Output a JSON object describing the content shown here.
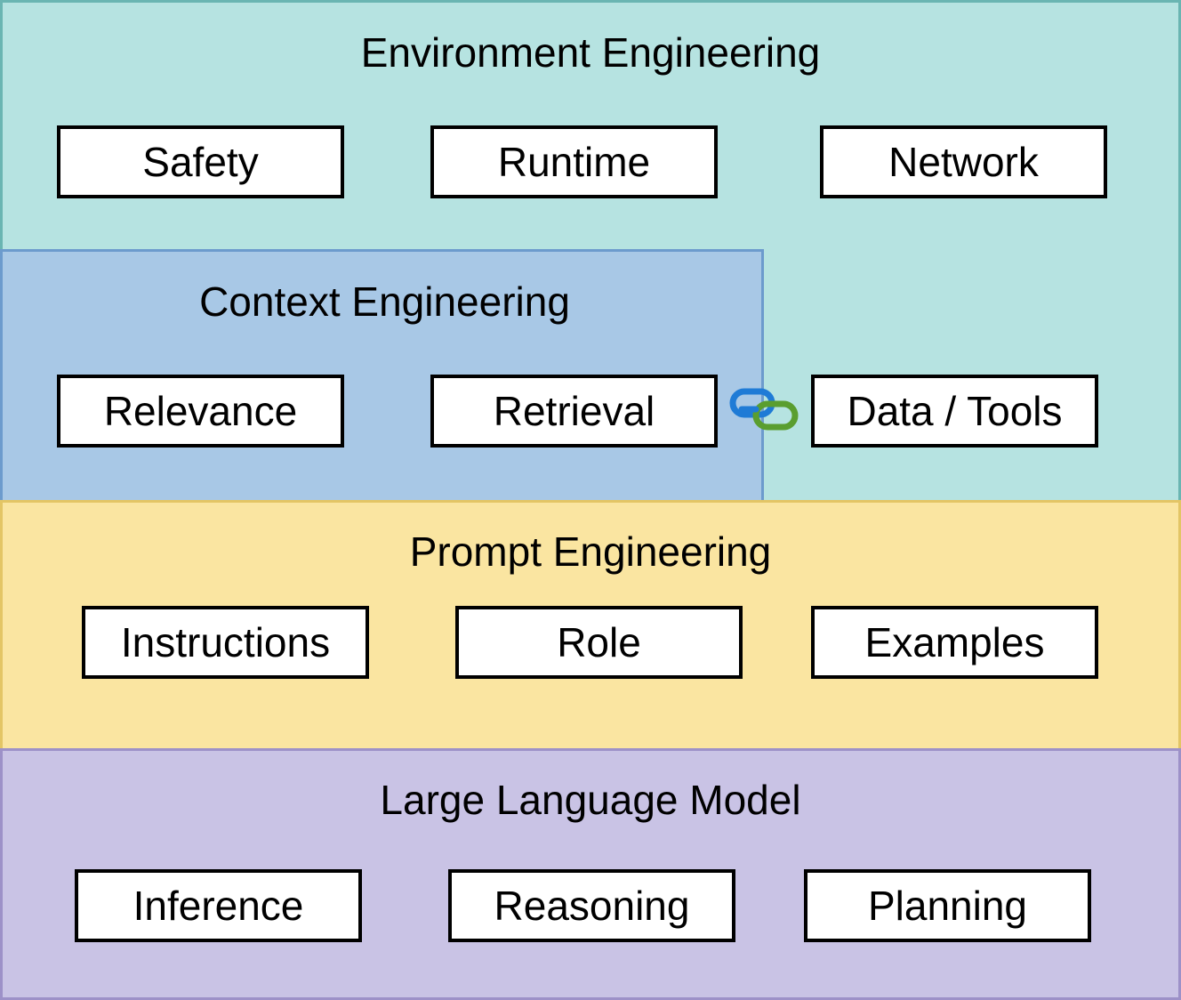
{
  "environment": {
    "title": "Environment Engineering",
    "items": [
      "Safety",
      "Runtime",
      "Network",
      "Data / Tools"
    ]
  },
  "context": {
    "title": "Context Engineering",
    "items": [
      "Relevance",
      "Retrieval"
    ]
  },
  "prompt": {
    "title": "Prompt Engineering",
    "items": [
      "Instructions",
      "Role",
      "Examples"
    ]
  },
  "llm": {
    "title": "Large Language Model",
    "items": [
      "Inference",
      "Reasoning",
      "Planning"
    ]
  },
  "link_icon": {
    "name": "link-icon",
    "colors": [
      "#1f7bd6",
      "#5a9e2f"
    ]
  }
}
